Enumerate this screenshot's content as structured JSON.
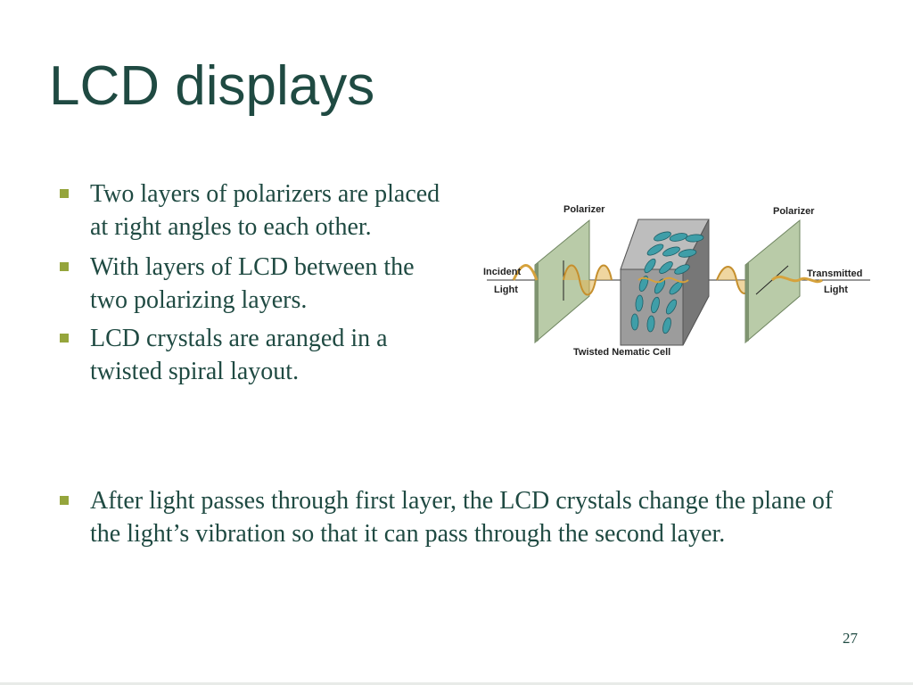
{
  "slide": {
    "title": "LCD displays",
    "bullets": [
      "Two layers of polarizers are placed at right angles to each other.",
      "With layers of LCD between the two polarizing layers.",
      "LCD crystals are aranged in a twisted spiral layout."
    ],
    "bullets_lower": [
      "After light passes through first layer, the LCD crystals change the plane of the light’s vibration so that it can pass through the second layer."
    ],
    "page_number": "27"
  },
  "diagram": {
    "label_polarizer_left": "Polarizer",
    "label_polarizer_right": "Polarizer",
    "label_incident_1": "Incident",
    "label_incident_2": "Light",
    "label_transmitted_1": "Transmitted",
    "label_transmitted_2": "Light",
    "label_cell": "Twisted Nematic Cell",
    "colors": {
      "polarizer": "#b9cba8",
      "cell": "#8d8d8d",
      "wave": "#d6a23c",
      "crystal": "#3f9ea8"
    }
  }
}
